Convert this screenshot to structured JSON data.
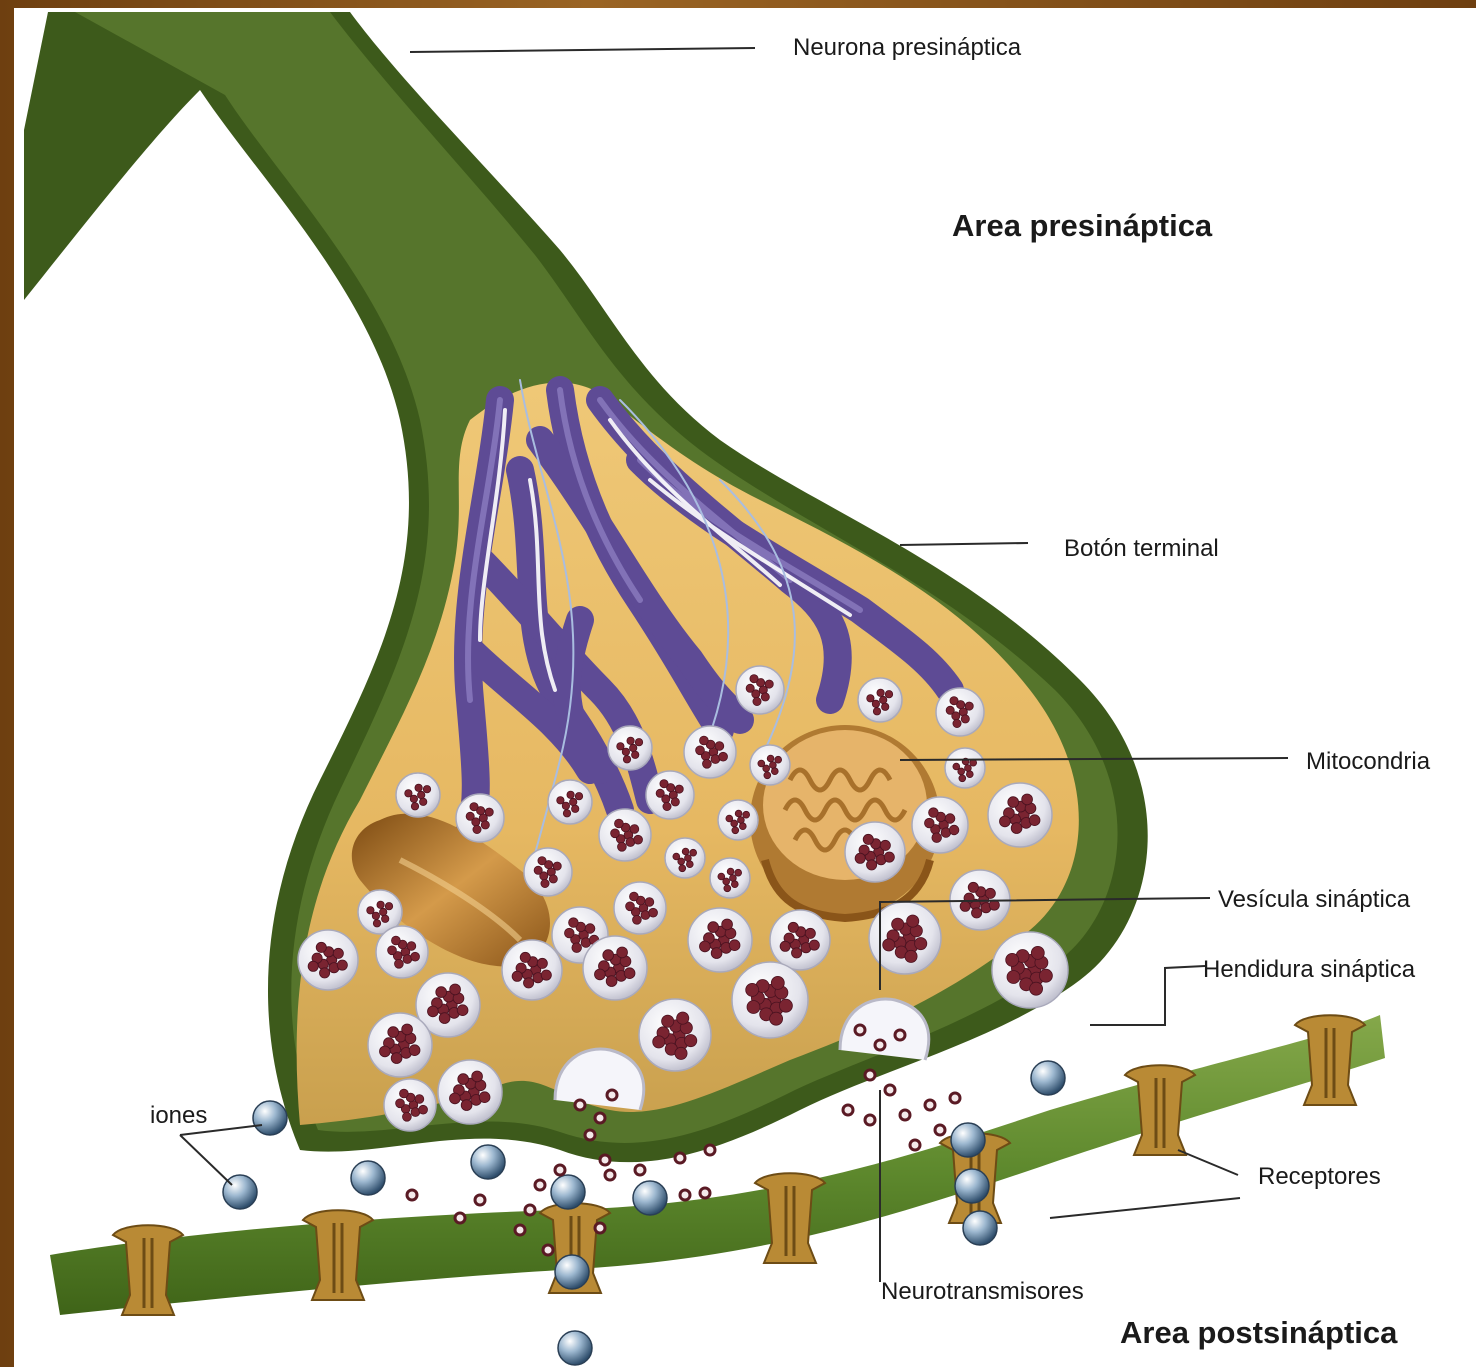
{
  "labels": {
    "neurona_presinaptica": "Neurona presináptica",
    "area_presinaptica": "Area presináptica",
    "boton_terminal": "Botón terminal",
    "mitocondria": "Mitocondria",
    "vesicula_sinaptica": "Vesícula sináptica",
    "hendidura_sinaptica": "Hendidura sináptica",
    "iones": "iones",
    "receptores": "Receptores",
    "neurotransmisores": "Neurotransmisores",
    "area_postsinaptica": "Area postsináptica"
  },
  "colors": {
    "frame": "#8a5a1e",
    "membrane_dark": "#3f5a1e",
    "membrane": "#57752c",
    "cytoplasm": "#e6bd66",
    "microtubules": "#5e4b95",
    "mitochondria": "#c08a3a",
    "vesicle": "#e9e9ee",
    "neurotransmitter": "#7a2431",
    "ion": "#6f90ad",
    "postsynaptic": "#5f8a2e",
    "receptor": "#b88a35"
  }
}
